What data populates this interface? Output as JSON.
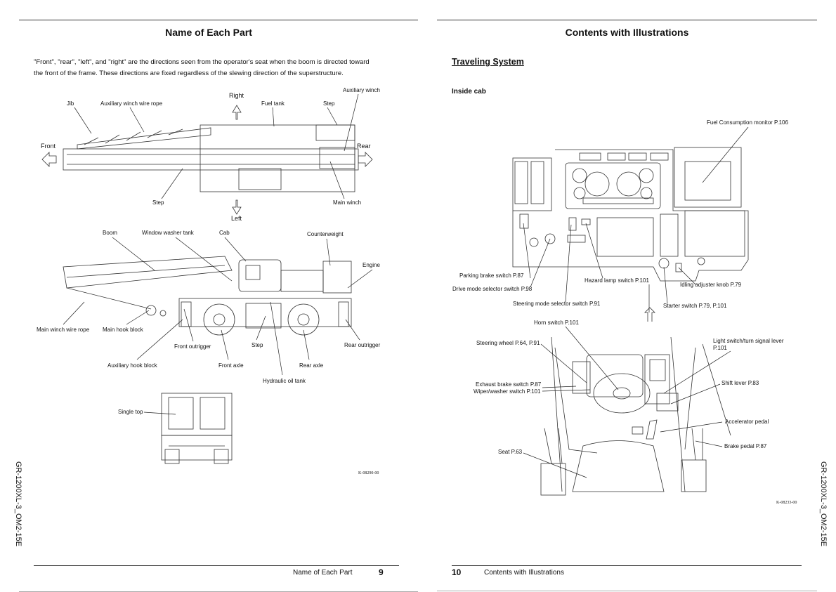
{
  "left_page": {
    "title": "Name of Each Part",
    "intro_line1": "\"Front\", \"rear\", \"left\", and \"right\" are the directions seen from the operator's seat when the boom is directed toward",
    "intro_line2": "the front of the frame. These directions are fixed regardless of the slewing direction of the superstructure.",
    "top_view": {
      "right": "Right",
      "left": "Left",
      "front": "Front",
      "rear": "Rear",
      "jib": "Jib",
      "aux_wire": "Auxiliary winch wire rope",
      "fuel_tank": "Fuel tank",
      "step_top": "Step",
      "aux_winch": "Auxiliary winch",
      "step_bottom": "Step",
      "main_winch": "Main winch"
    },
    "side_view": {
      "boom": "Boom",
      "washer": "Window washer tank",
      "cab": "Cab",
      "counterweight": "Counterweight",
      "engine": "Engine",
      "main_wire": "Main winch wire rope",
      "main_hook": "Main hook block",
      "front_outrigger": "Front outrigger",
      "step": "Step",
      "rear_outrigger": "Rear outrigger",
      "aux_hook": "Auxiliary hook block",
      "front_axle": "Front axle",
      "rear_axle": "Rear axle",
      "hydraulic": "Hydraulic oil tank"
    },
    "front_view": {
      "single_top": "Single top"
    },
    "figure_code": "K-08290-00",
    "footer_section": "Name of Each Part",
    "page_number": "9",
    "side_code": "GR-1200XL-3_OM2-15E"
  },
  "right_page": {
    "title": "Contents with Illustrations",
    "section": "Traveling System",
    "subsection": "Inside cab",
    "dash_labels": {
      "fuel_monitor": "Fuel Consumption monitor P.106",
      "parking_brake": "Parking brake switch P.87",
      "drive_mode": "Drive mode selector switch P.98",
      "hazard": "Hazard lamp switch P.101",
      "idling": "Idling adjuster knob P.79",
      "steering_mode": "Steering mode selector switch P.91",
      "starter": "Starter switch P.79, P.101"
    },
    "cab_labels": {
      "horn": "Horn switch P.101",
      "steering_wheel": "Steering wheel P.64, P.91",
      "light_switch_1": "Light switch/turn signal lever",
      "light_switch_2": "P.101",
      "shift_lever": "Shift lever P.83",
      "exhaust_brake": "Exhaust brake switch P.87",
      "wiper": "Wiper/washer switch P.101",
      "accelerator": "Accelerator pedal",
      "brake_pedal": "Brake pedal P.87",
      "seat": "Seat P.63"
    },
    "figure_code": "K-08233-00",
    "page_number": "10",
    "footer_section": "Contents with Illustrations",
    "side_code": "GR-1200XL-3_OM2-15E"
  }
}
